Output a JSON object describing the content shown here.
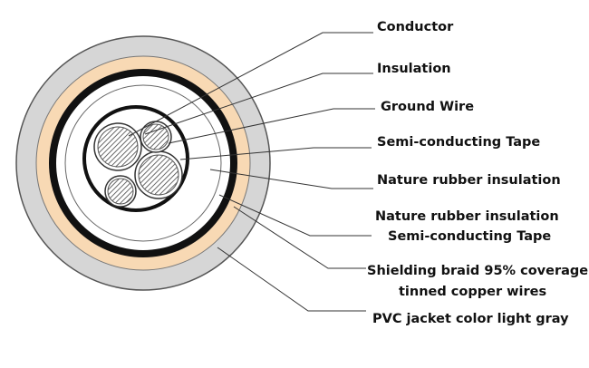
{
  "labels": {
    "conductor": "Conductor",
    "insulation": "Insulation",
    "ground_wire": "Ground Wire",
    "semi_tape_1": "Semi-conducting Tape",
    "rubber_1": "Nature rubber insulation",
    "rubber_2": "Nature rubber insulation",
    "semi_tape_2": "Semi-conducting Tape",
    "shield_1": "Shielding braid 95% coverage",
    "shield_2": "tinned copper wires",
    "jacket": "PVC jacket color light gray"
  },
  "colors": {
    "jacket_fill": "#d6d6d6",
    "bedding_fill": "#f8d9b4",
    "shield_ring": "#111111",
    "core_fill": "#ffffff",
    "line": "#333333"
  }
}
